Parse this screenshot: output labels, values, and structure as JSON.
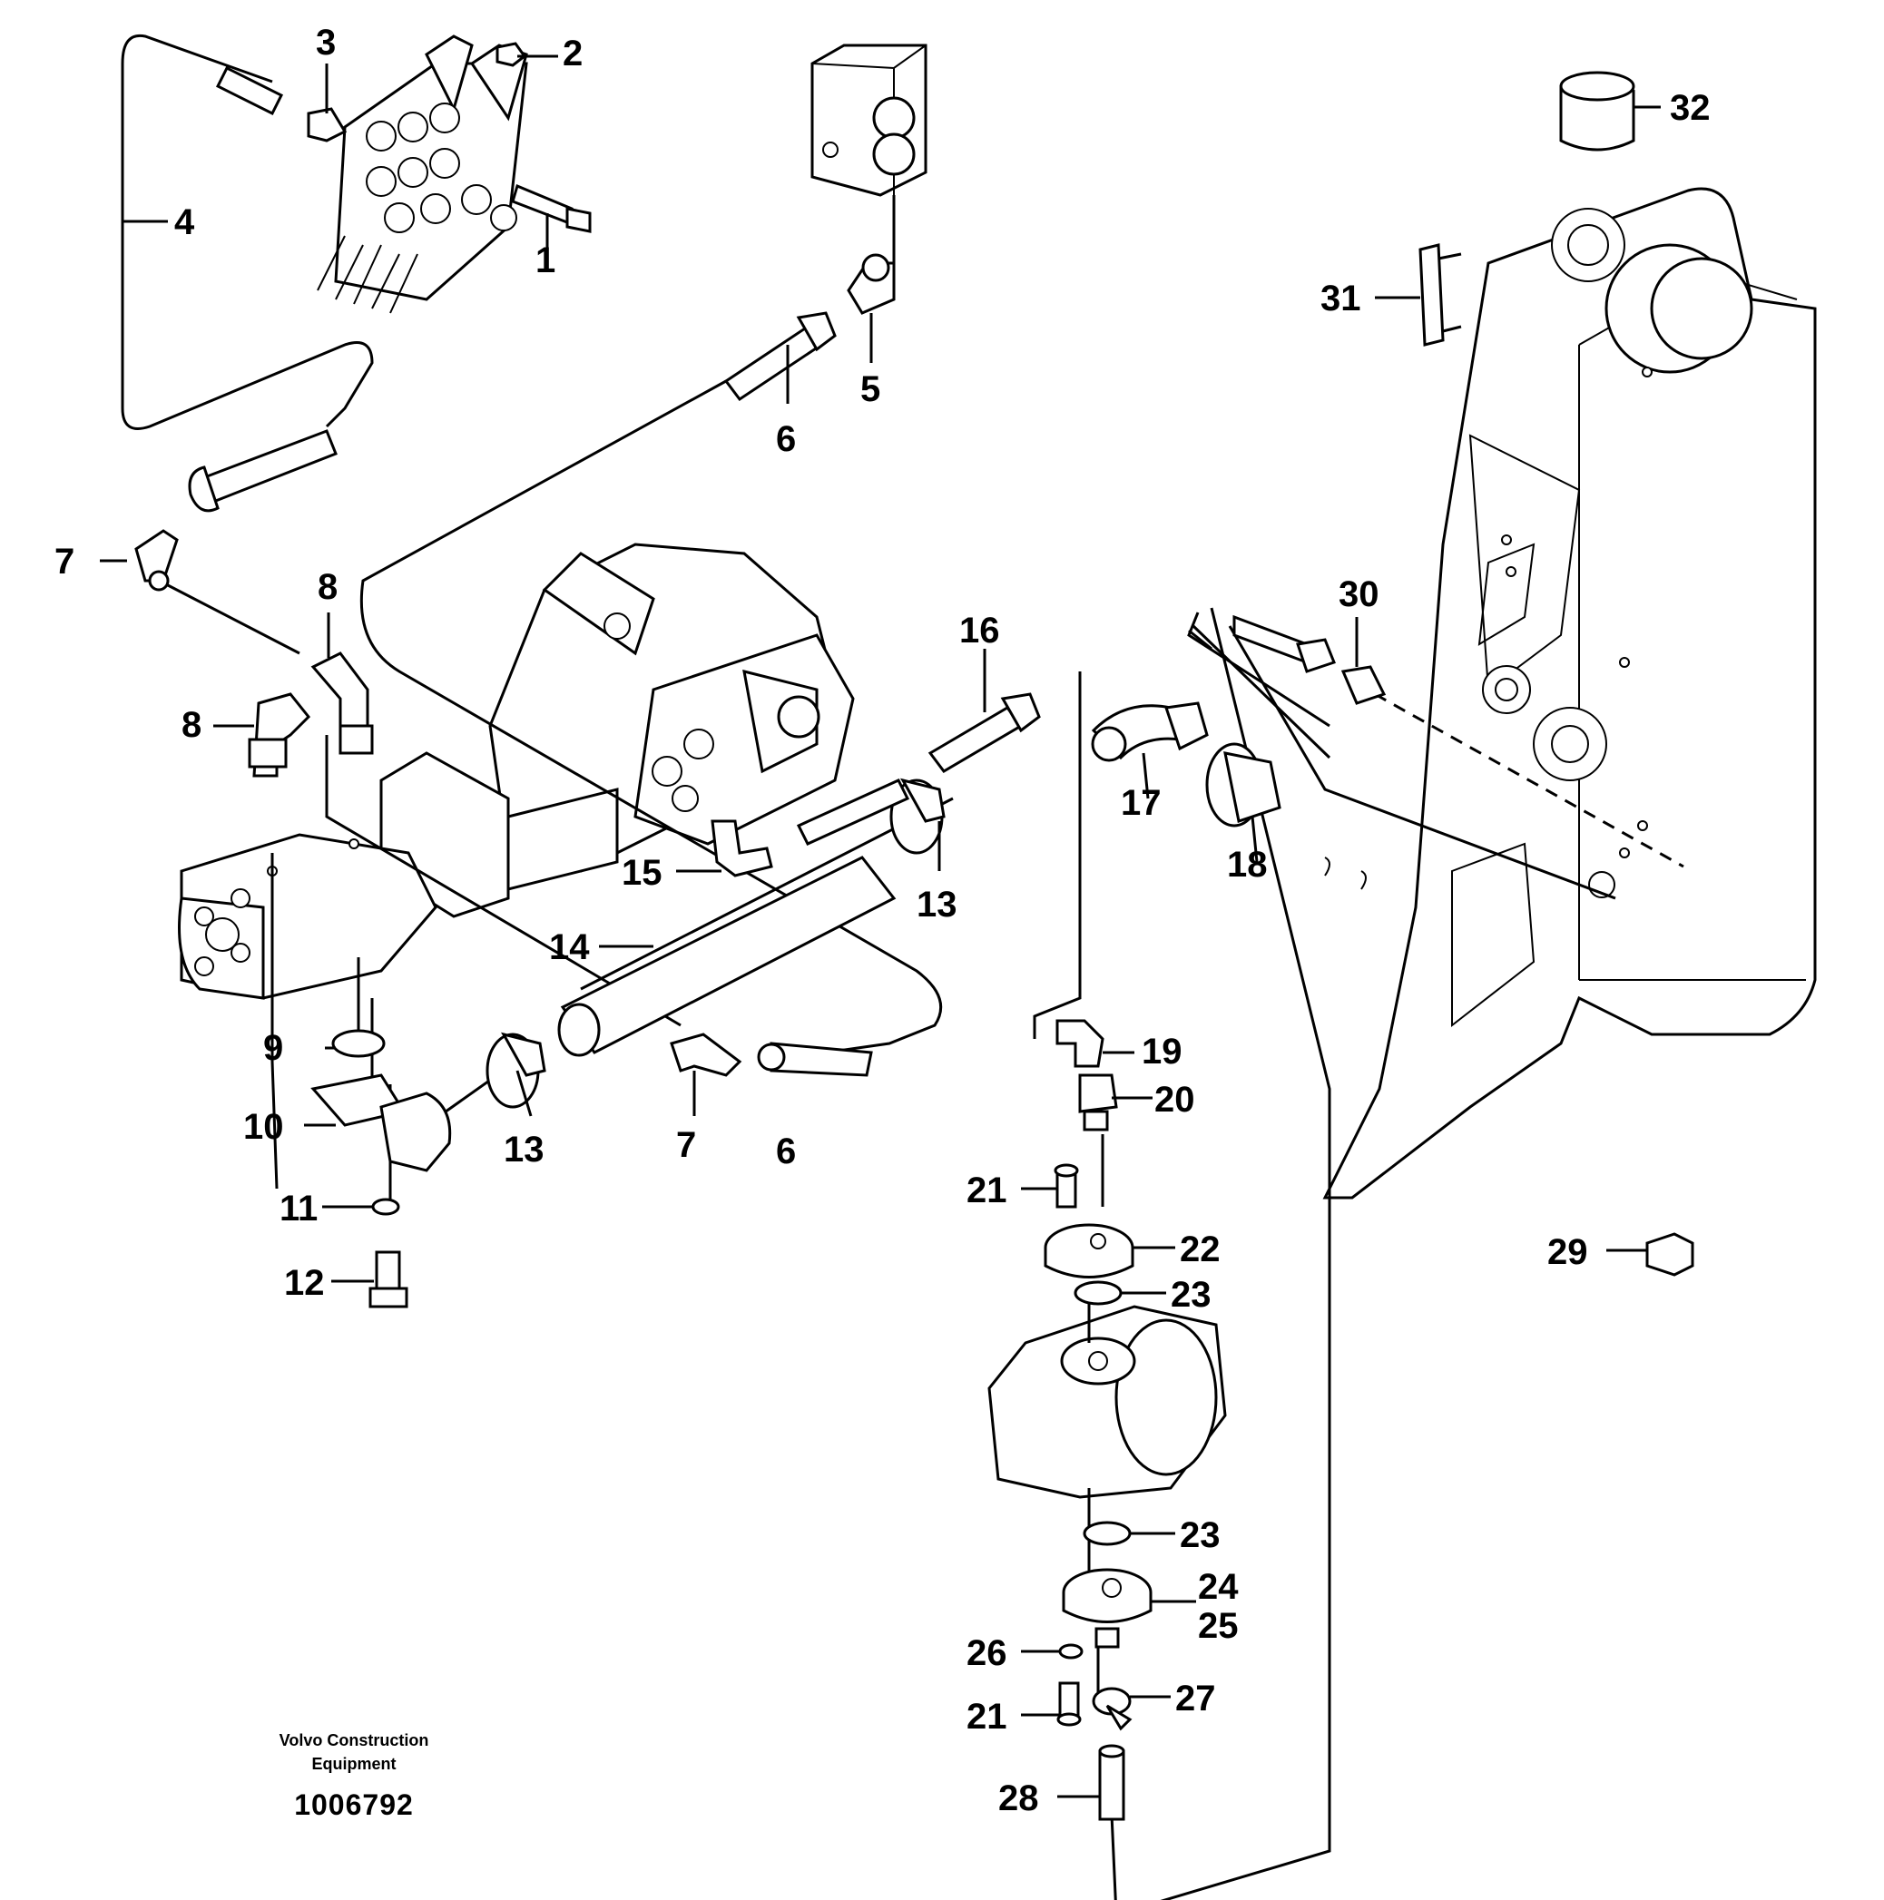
{
  "callouts": {
    "c1": "1",
    "c2": "2",
    "c3": "3",
    "c4": "4",
    "c5": "5",
    "c6a": "6",
    "c6b": "6",
    "c7a": "7",
    "c7b": "7",
    "c8a": "8",
    "c8b": "8",
    "c9": "9",
    "c10": "10",
    "c11": "11",
    "c12": "12",
    "c13a": "13",
    "c13b": "13",
    "c14": "14",
    "c15": "15",
    "c16": "16",
    "c17": "17",
    "c18": "18",
    "c19": "19",
    "c20": "20",
    "c21a": "21",
    "c21b": "21",
    "c22": "22",
    "c23a": "23",
    "c23b": "23",
    "c24": "24",
    "c25": "25",
    "c26": "26",
    "c27": "27",
    "c28": "28",
    "c29": "29",
    "c30": "30",
    "c31": "31",
    "c32": "32"
  },
  "footer": {
    "line1": "Volvo Construction",
    "line2": "Equipment",
    "drawing_number": "1006792"
  }
}
